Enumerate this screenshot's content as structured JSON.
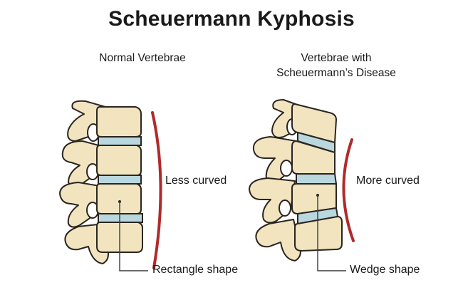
{
  "title": "Scheuermann Kyphosis",
  "panels": {
    "normal": {
      "heading": "Normal Vertebrae",
      "curve_label": "Less curved",
      "shape_label": "Rectangle shape"
    },
    "disease": {
      "heading_line1": "Vertebrae with",
      "heading_line2": "Scheuermann’s Disease",
      "curve_label": "More curved",
      "shape_label": "Wedge shape"
    }
  },
  "colors": {
    "bone": "#f1e4bf",
    "bone_outline": "#2b2520",
    "disc": "#b9d7de",
    "curve": "#b12a2a",
    "leader": "#3a3a3a"
  }
}
